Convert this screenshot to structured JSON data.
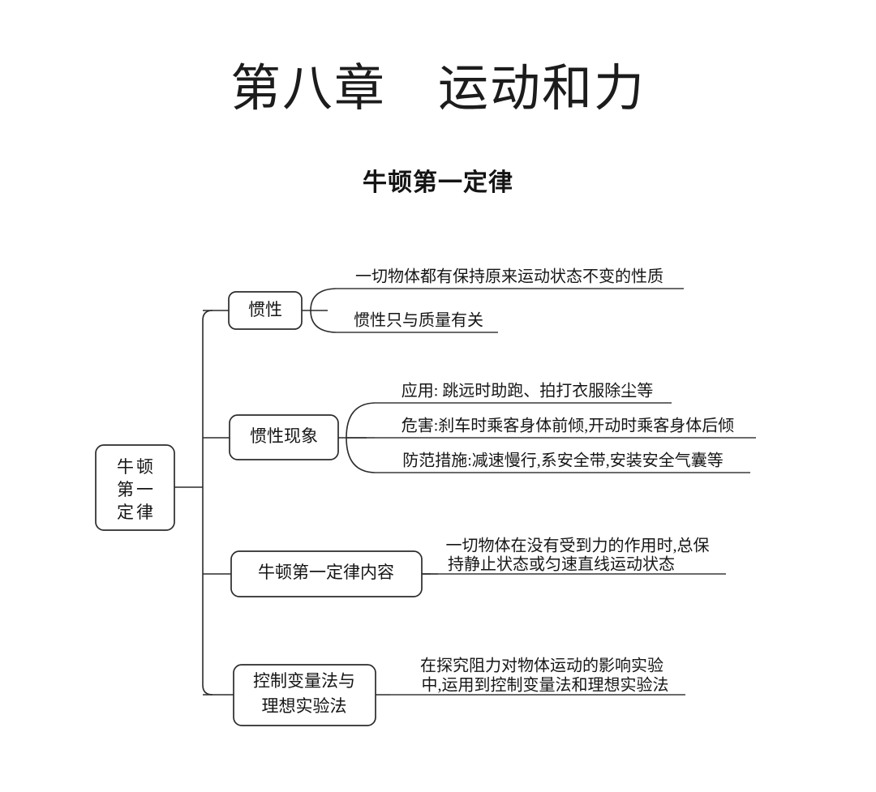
{
  "page": {
    "chapter_title": "第八章　运动和力",
    "section_title": "牛顿第一定律",
    "background_color": "#ffffff",
    "line_color": "#2b2b2b",
    "text_color": "#151515"
  },
  "mindmap": {
    "root": {
      "label_lines": [
        "牛顿",
        "第一",
        "定律"
      ],
      "label_line_1": "牛顿",
      "label_line_2": "第一",
      "label_line_3": "定律"
    },
    "branches": [
      {
        "id": "inertia",
        "label": "惯性",
        "leaf_count": 2,
        "leaves": [
          "一切物体都有保持原来运动状态不变的性质",
          "惯性只与质量有关"
        ]
      },
      {
        "id": "inertia-phenomena",
        "label": "惯性现象",
        "leaf_count": 3,
        "leaves": [
          "应用: 跳远时助跑、拍打衣服除尘等",
          "危害:刹车时乘客身体前倾,开动时乘客身体后倾",
          "防范措施:减速慢行,系安全带,安装安全气囊等"
        ]
      },
      {
        "id": "law-content",
        "label": "牛顿第一定律内容",
        "leaf_count": 1,
        "leaves_wrapped": [
          "一切物体在没有受到力的作用时,总保",
          "持静止状态或匀速直线运动状态"
        ],
        "leaf_full": "一切物体在没有受到力的作用时,总保持静止状态或匀速直线运动状态"
      },
      {
        "id": "method",
        "label_lines": [
          "控制变量法与",
          "理想实验法"
        ],
        "label_line_1": "控制变量法与",
        "label_line_2": "理想实验法",
        "leaf_count": 1,
        "leaves_wrapped": [
          "在探究阻力对物体运动的影响实验",
          "中,运用到控制变量法和理想实验法"
        ],
        "leaf_full": "在探究阻力对物体运动的影响实验中,运用到控制变量法和理想实验法"
      }
    ]
  }
}
